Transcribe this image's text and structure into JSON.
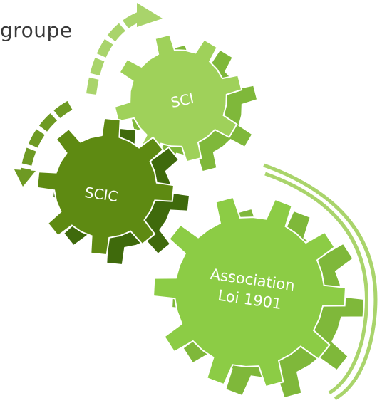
{
  "heading": "groupe",
  "gears": {
    "sci": {
      "label": "SCI",
      "color": "#9fd15a"
    },
    "scic": {
      "label": "SCIC",
      "color": "#5e8a12"
    },
    "association": {
      "line1": "Association",
      "line2": "Loi 1901",
      "color": "#8ccc45"
    }
  },
  "colors": {
    "light_arrow": "#a9d46b",
    "dark_arrow": "#6e9a23",
    "gear_side_light": "#7fb83a",
    "gear_side_dark": "#3f6a0c"
  }
}
